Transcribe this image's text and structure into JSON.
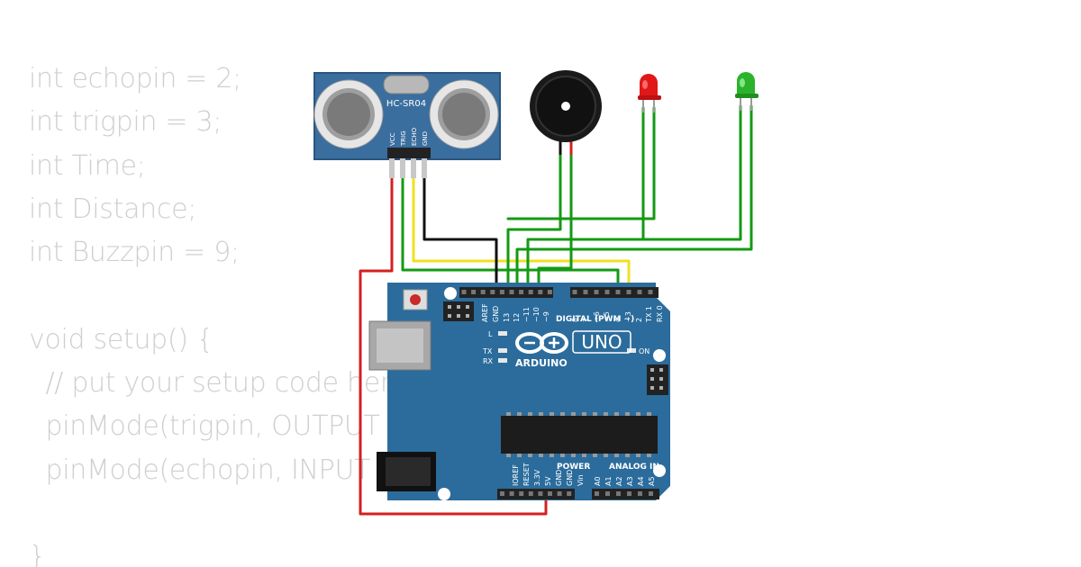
{
  "code_lines": [
    "int echopin = 2;",
    "int trigpin = 3;",
    "int Time;",
    "int Distance;",
    "int Buzzpin = 9;",
    "",
    "void setup() {",
    "  // put your setup code here",
    "  pinMode(trigpin, OUTPUT",
    "  pinMode(echopin, INPUT",
    "",
    "}"
  ],
  "sensor": {
    "label": "HC-SR04",
    "pins": [
      "VCC",
      "TRIG",
      "ECHO",
      "GND"
    ]
  },
  "arduino": {
    "logo_text": "ARDUINO",
    "model": "UNO",
    "digital_label": "DIGITAL (PWM ~)",
    "power_label": "POWER",
    "analog_label": "ANALOG IN",
    "on_label": "ON",
    "l_label": "L",
    "tx_label": "TX",
    "rx_label": "RX",
    "top_pins": [
      "AREF",
      "GND",
      "13",
      "12",
      "~11",
      "~10",
      "~9",
      "8",
      "7",
      "~6",
      "~5",
      "4",
      "~3",
      "2",
      "TX 1",
      "RX 0"
    ],
    "power_pins": [
      "IOREF",
      "RESET",
      "3.3V",
      "5V",
      "GND",
      "GND",
      "Vin"
    ],
    "analog_pins": [
      "A0",
      "A1",
      "A2",
      "A3",
      "A4",
      "A5"
    ]
  },
  "colors": {
    "board": "#2b6c9c",
    "sensor_board": "#3a6e9f",
    "wire_red": "#d42020",
    "wire_yellow": "#f0e020",
    "wire_black": "#111111",
    "wire_green": "#139a13",
    "led_red": "#e01818",
    "led_green": "#2bb32b",
    "code_text": "#cfcfcf"
  }
}
